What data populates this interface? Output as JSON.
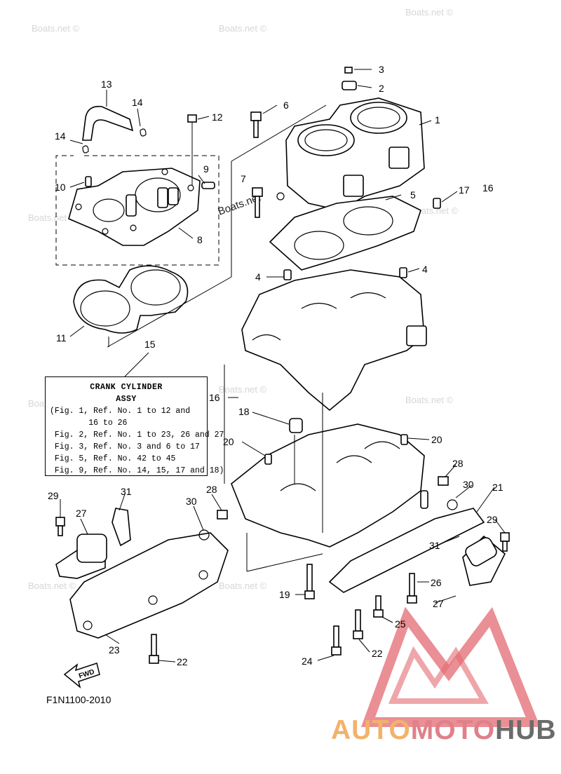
{
  "watermark": "Boats.net ©",
  "watermark_inline": "Boats.net",
  "callouts": {
    "c1": "1",
    "c2": "2",
    "c3": "3",
    "c4a": "4",
    "c4b": "4",
    "c5": "5",
    "c6": "6",
    "c7": "7",
    "c8": "8",
    "c9": "9",
    "c10": "10",
    "c11": "11",
    "c12": "12",
    "c13": "13",
    "c14a": "14",
    "c14b": "14",
    "c15": "15",
    "c16a": "16",
    "c16b": "16",
    "c17": "17",
    "c18": "18",
    "c19": "19",
    "c20a": "20",
    "c20b": "20",
    "c21": "21",
    "c22a": "22",
    "c22b": "22",
    "c23": "23",
    "c24": "24",
    "c25": "25",
    "c26": "26",
    "c27a": "27",
    "c27b": "27",
    "c28a": "28",
    "c28b": "28",
    "c29a": "29",
    "c29b": "29",
    "c30a": "30",
    "c30b": "30",
    "c31a": "31",
    "c31b": "31"
  },
  "note": {
    "title1": "CRANK CYLINDER",
    "title2": "ASSY",
    "lines": [
      "(Fig. 1, Ref. No. 1 to 12 and",
      "        16 to 26",
      " Fig. 2, Ref. No. 1 to 23, 26 and 27",
      " Fig. 3, Ref. No. 3 and 6 to 17",
      " Fig. 5, Ref. No. 42 to 45",
      " Fig. 9, Ref. No. 14, 15, 17 and 18)"
    ]
  },
  "fwd_label": "FWD",
  "figure_code": "F1N1100-2010",
  "brand": {
    "part1": "AUTO",
    "part2": "MOTO",
    "part3": "HUB"
  }
}
